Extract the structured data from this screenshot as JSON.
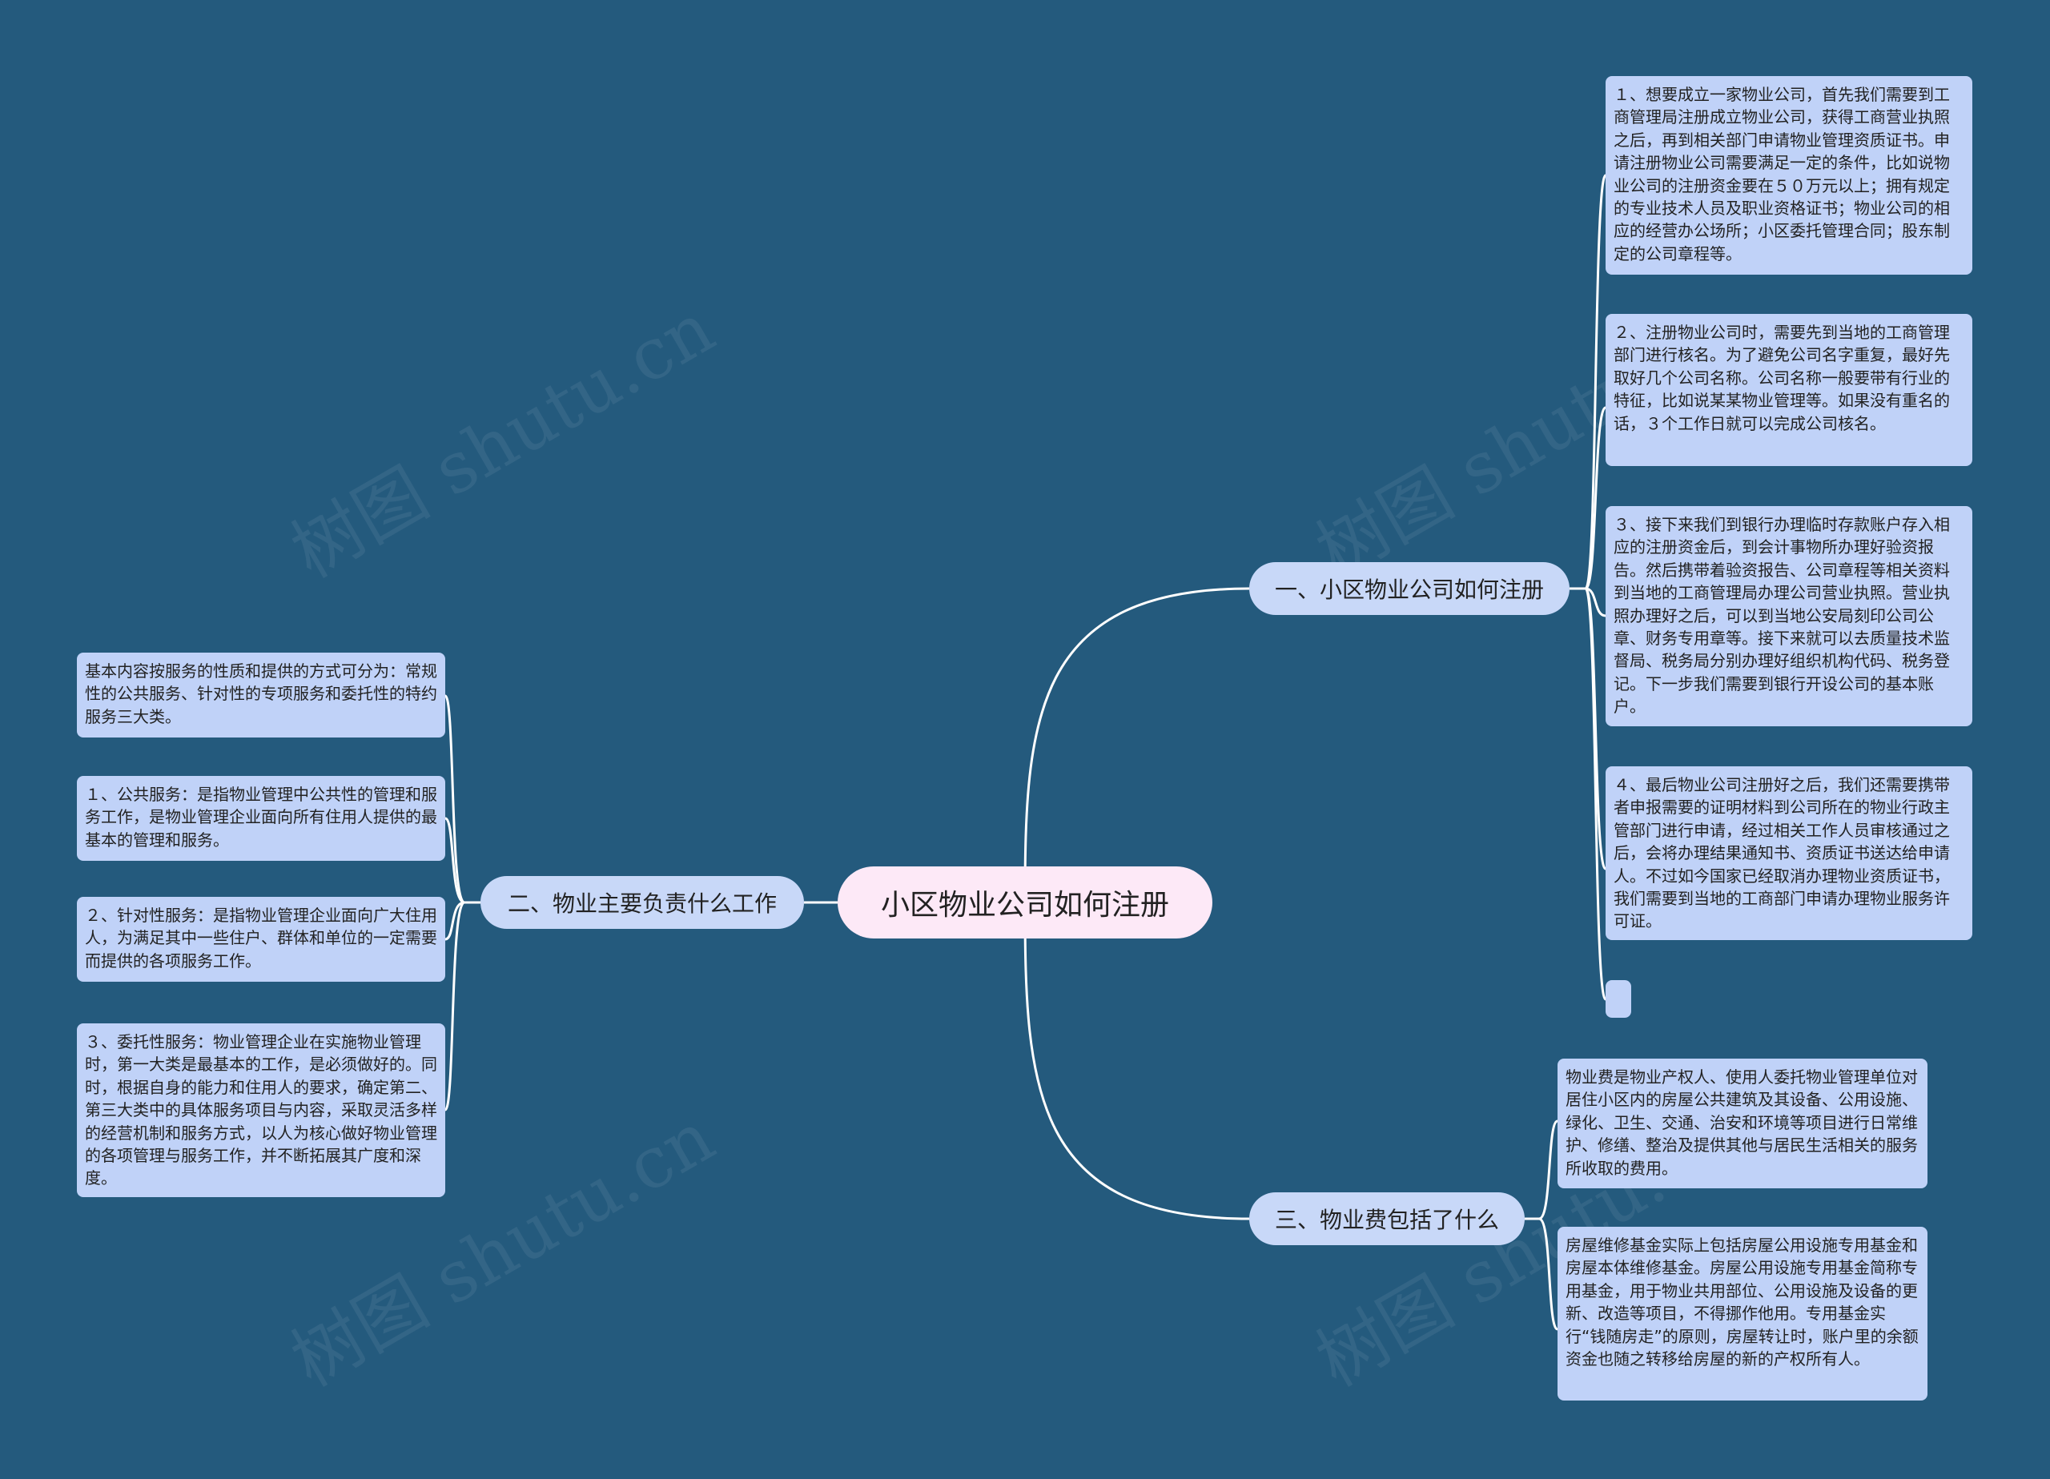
{
  "watermark": "树图 shutu.cn",
  "root": {
    "label": "小区物业公司如何注册"
  },
  "branches": [
    {
      "label": "一、小区物业公司如何注册",
      "items": [
        "１、想要成立一家物业公司，首先我们需要到工商管理局注册成立物业公司，获得工商营业执照之后，再到相关部门申请物业管理资质证书。申请注册物业公司需要满足一定的条件，比如说物业公司的注册资金要在５０万元以上；拥有规定的专业技术人员及职业资格证书；物业公司的相应的经营办公场所；小区委托管理合同；股东制定的公司章程等。",
        "２、注册物业公司时，需要先到当地的工商管理部门进行核名。为了避免公司名字重复，最好先取好几个公司名称。公司名称一般要带有行业的特征，比如说某某物业管理等。如果没有重名的话，３个工作日就可以完成公司核名。",
        "３、接下来我们到银行办理临时存款账户存入相应的注册资金后，到会计事物所办理好验资报告。然后携带着验资报告、公司章程等相关资料到当地的工商管理局办理公司营业执照。营业执照办理好之后，可以到当地公安局刻印公司公章、财务专用章等。接下来就可以去质量技术监督局、税务局分别办理好组织机构代码、税务登记。下一步我们需要到银行开设公司的基本账户。",
        "４、最后物业公司注册好之后，我们还需要携带者申报需要的证明材料到公司所在的物业行政主管部门进行申请，经过相关工作人员审核通过之后，会将办理结果通知书、资质证书送达给申请人。不过如今国家已经取消办理物业资质证书，我们需要到当地的工商部门申请办理物业服务许可证。",
        ""
      ]
    },
    {
      "label": "二、物业主要负责什么工作",
      "items": [
        "基本内容按服务的性质和提供的方式可分为：常规性的公共服务、针对性的专项服务和委托性的特约服务三大类。",
        "１、公共服务：是指物业管理中公共性的管理和服务工作，是物业管理企业面向所有住用人提供的最基本的管理和服务。",
        "２、针对性服务：是指物业管理企业面向广大住用人，为满足其中一些住户、群体和单位的一定需要而提供的各项服务工作。",
        "３、委托性服务：物业管理企业在实施物业管理时，第一大类是最基本的工作，是必须做好的。同时，根据自身的能力和住用人的要求，确定第二、第三大类中的具体服务项目与内容，采取灵活多样的经营机制和服务方式，以人为核心做好物业管理的各项管理与服务工作，并不断拓展其广度和深度。"
      ]
    },
    {
      "label": "三、物业费包括了什么",
      "items": [
        "物业费是物业产权人、使用人委托物业管理单位对居住小区内的房屋公共建筑及其设备、公用设施、绿化、卫生、交通、治安和环境等项目进行日常维护、修缮、整治及提供其他与居民生活相关的服务所收取的费用。",
        "房屋维修基金实际上包括房屋公用设施专用基金和房屋本体维修基金。房屋公用设施专用基金简称专用基金，用于物业共用部位、公用设施及设备的更新、改造等项目，不得挪作他用。专用基金实行“钱随房走”的原则，房屋转让时，账户里的余额资金也随之转移给房屋的新的产权所有人。"
      ]
    }
  ]
}
